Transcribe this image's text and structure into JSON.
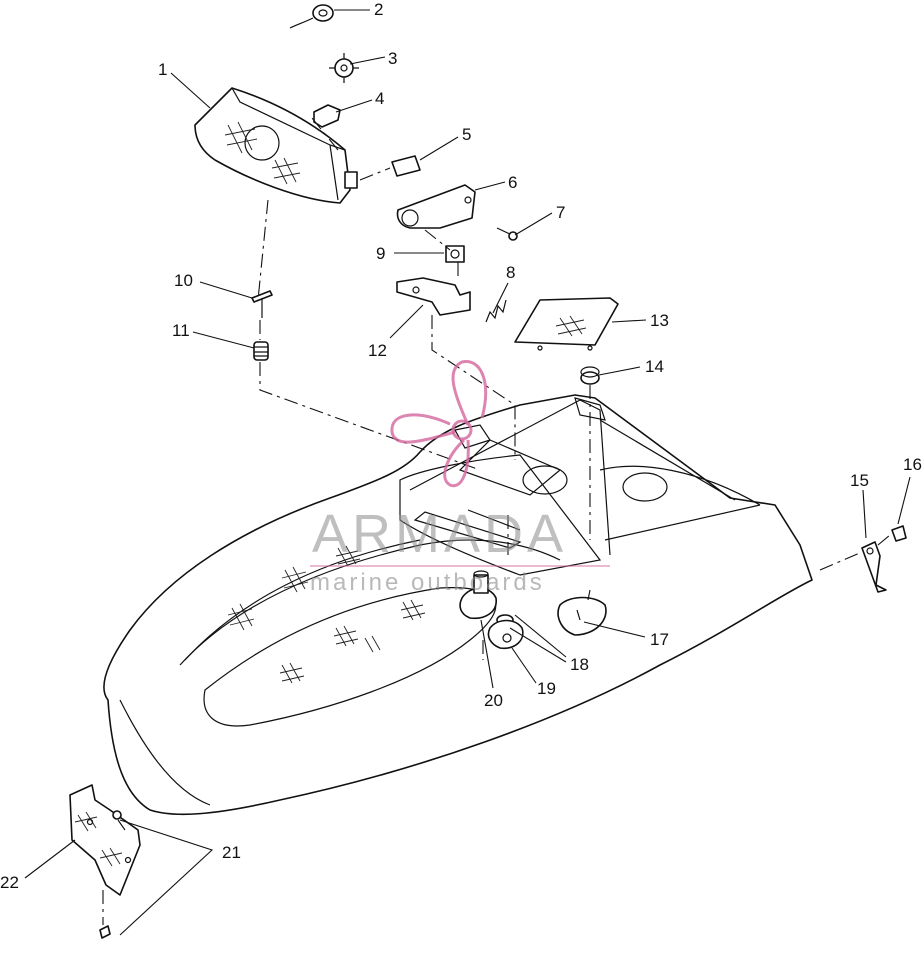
{
  "diagram": {
    "callouts": [
      {
        "id": "c1",
        "text": "1"
      },
      {
        "id": "c2",
        "text": "2"
      },
      {
        "id": "c3",
        "text": "3"
      },
      {
        "id": "c4",
        "text": "4"
      },
      {
        "id": "c5",
        "text": "5"
      },
      {
        "id": "c6",
        "text": "6"
      },
      {
        "id": "c7",
        "text": "7"
      },
      {
        "id": "c8",
        "text": "8"
      },
      {
        "id": "c9",
        "text": "9"
      },
      {
        "id": "c10",
        "text": "10"
      },
      {
        "id": "c11",
        "text": "11"
      },
      {
        "id": "c12",
        "text": "12"
      },
      {
        "id": "c13",
        "text": "13"
      },
      {
        "id": "c14",
        "text": "14"
      },
      {
        "id": "c15",
        "text": "15"
      },
      {
        "id": "c16",
        "text": "16"
      },
      {
        "id": "c17",
        "text": "17"
      },
      {
        "id": "c18",
        "text": "18"
      },
      {
        "id": "c19",
        "text": "19"
      },
      {
        "id": "c20",
        "text": "20"
      },
      {
        "id": "c21",
        "text": "21"
      },
      {
        "id": "c22",
        "text": "22"
      }
    ]
  },
  "watermark": {
    "brand": "ARMADA",
    "tagline": "marine outboards",
    "color": "#d4669e"
  }
}
